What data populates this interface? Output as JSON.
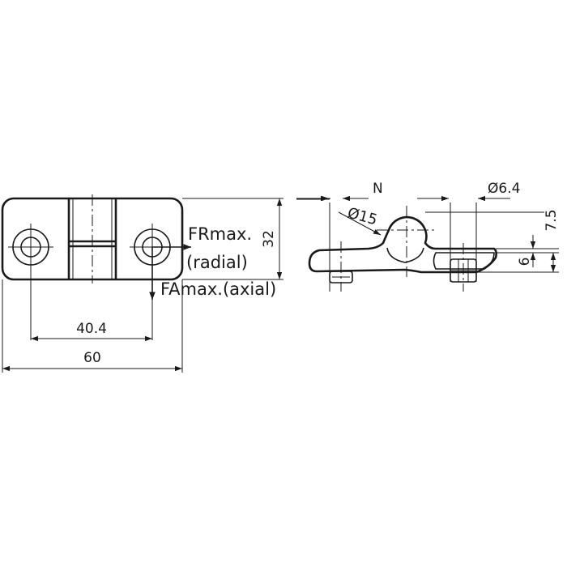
{
  "top_view": {
    "force_radial_line1": "FRmax.",
    "force_radial_line2": "(radial)",
    "force_axial": "FAmax.(axial)",
    "dim_hole_spacing": "40.4",
    "dim_length": "60",
    "dim_height": "32"
  },
  "side_view": {
    "dim_knuckle_diameter": "Ø15",
    "dim_total_height": "7.5",
    "dim_leaf_thickness": "6",
    "dim_stud_offset": "N",
    "dim_hole_diameter": "Ø6.4"
  }
}
